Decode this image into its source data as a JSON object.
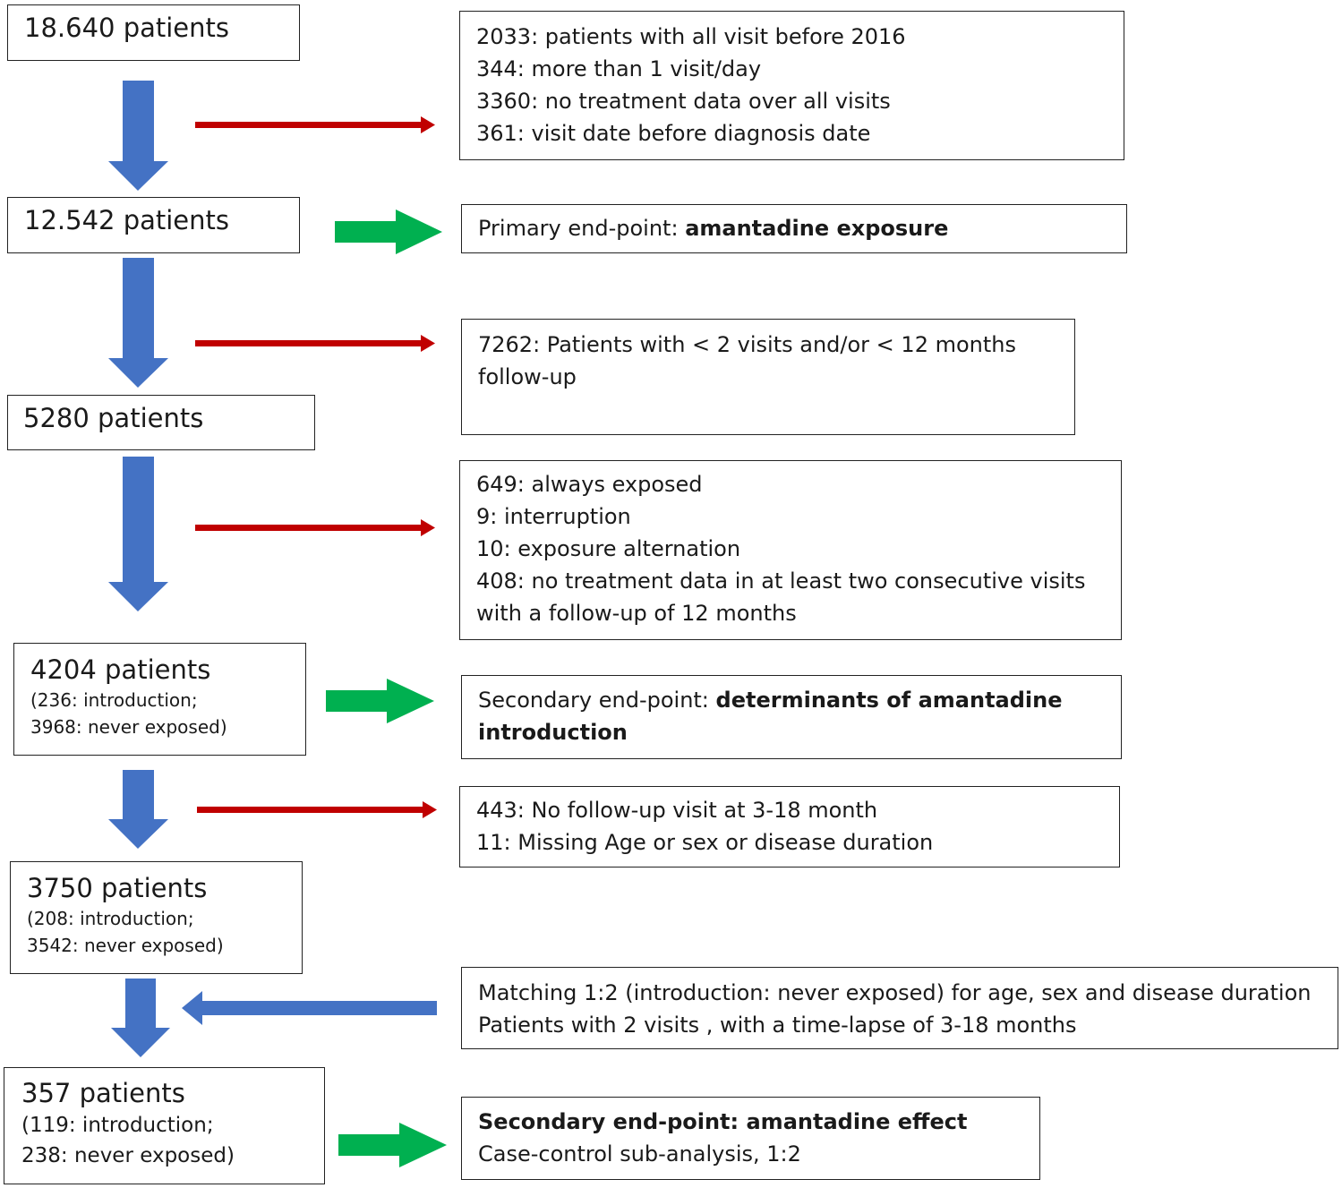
{
  "colors": {
    "down_arrow": "#4472C4",
    "exclusion_arrow": "#C00000",
    "endpoint_arrow": "#00B050",
    "matching_arrow": "#4472C4",
    "border": "#222222"
  },
  "icons": {
    "down": "arrow-down-icon",
    "exclusion": "arrow-right-red-icon",
    "endpoint": "arrow-right-green-icon",
    "matching": "arrow-left-blue-icon"
  },
  "stages": [
    {
      "main": "18.640 patients"
    },
    {
      "main": "12.542 patients"
    },
    {
      "main": "5280 patients"
    },
    {
      "main": "4204 patients",
      "sub1": "(236: introduction;",
      "sub2": "3968: never exposed)"
    },
    {
      "main": "3750 patients",
      "sub1": "(208: introduction;",
      "sub2": "3542: never exposed)"
    },
    {
      "main": "357 patients",
      "sub1": "(119: introduction;",
      "sub2": "238: never exposed)"
    }
  ],
  "exclusions": [
    {
      "lines": [
        "2033: patients with all visit before 2016",
        "344: more than 1 visit/day",
        "3360: no treatment data over all visits",
        "361: visit date before diagnosis date"
      ]
    },
    {
      "lines": [
        "7262: Patients with < 2 visits and/or < 12 months",
        "follow-up"
      ]
    },
    {
      "lines": [
        "649: always exposed",
        "9: interruption",
        "10: exposure alternation",
        "408: no treatment data in at least two consecutive visits",
        "with a follow-up of 12 months"
      ]
    },
    {
      "lines": [
        "443: No follow-up visit at 3-18 month",
        "11: Missing Age or sex or disease duration"
      ]
    }
  ],
  "endpoints": {
    "primary": {
      "label": "Primary end-point:",
      "bold": "amantadine exposure"
    },
    "secondary1": {
      "label": "Secondary end-point:",
      "bold1": "determinants of amantadine",
      "bold2": "introduction"
    },
    "secondary2": {
      "bold": "Secondary end-point: amantadine effect",
      "line2": "Case-control sub-analysis, 1:2"
    }
  },
  "matching": {
    "lines": [
      "Matching 1:2 (introduction: never exposed) for age, sex and disease duration",
      "Patients with 2 visits , with a time-lapse of 3-18 months"
    ]
  }
}
